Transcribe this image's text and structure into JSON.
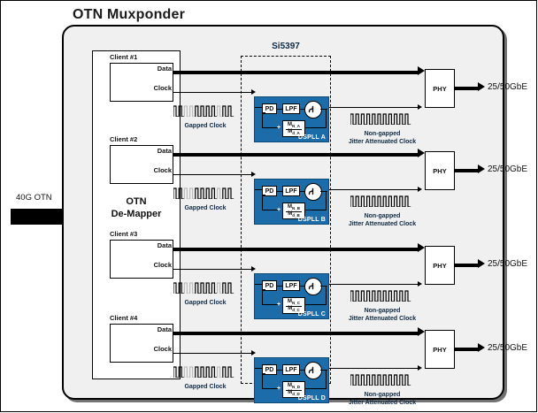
{
  "diagram": {
    "title": "OTN Muxponder",
    "input_label": "40G OTN",
    "demapper_label": "OTN\nDe-Mapper",
    "demapper_line1": "OTN",
    "demapper_line2": "De-Mapper",
    "si_device": "Si5397"
  },
  "labels": {
    "data": "Data",
    "clock": "Clock",
    "phy": "PHY",
    "pd": "PD",
    "lpf": "LPF",
    "gapped_clock": "Gapped Clock",
    "nongapped_l1": "Non-gapped",
    "nongapped_l2": "Jitter Attenuated Clock",
    "output": "25/50GbE"
  },
  "colors": {
    "pll_blue": "#1b6ca8",
    "panel_grey": "#f0f0f0",
    "text_dark": "#102a43",
    "line_black": "#000000"
  },
  "channels": [
    {
      "client": "Client #1",
      "data": "Data",
      "clock": "Clock",
      "pll_name": "DSPLL A",
      "div_num": "M",
      "div_num_sub": "N_A",
      "div_den": "M",
      "div_den_sub": "d_A",
      "gapped": "Gapped Clock",
      "nongapped_l1": "Non-gapped",
      "nongapped_l2": "Jitter Attenuated Clock",
      "phy": "PHY",
      "output": "25/50GbE"
    },
    {
      "client": "Client #2",
      "data": "Data",
      "clock": "Clock",
      "pll_name": "DSPLL B",
      "div_num": "M",
      "div_num_sub": "N_B",
      "div_den": "M",
      "div_den_sub": "d_B",
      "gapped": "Gapped Clock",
      "nongapped_l1": "Non-gapped",
      "nongapped_l2": "Jitter Attenuated Clock",
      "phy": "PHY",
      "output": "25/50GbE"
    },
    {
      "client": "Client #3",
      "data": "Data",
      "clock": "Clock",
      "pll_name": "DSPLL C",
      "div_num": "M",
      "div_num_sub": "N_C",
      "div_den": "M",
      "div_den_sub": "d_C",
      "gapped": "Gapped Clock",
      "nongapped_l1": "Non-gapped",
      "nongapped_l2": "Jitter Attenuated Clock",
      "phy": "PHY",
      "output": "25/50GbE"
    },
    {
      "client": "Client #4",
      "data": "Data",
      "clock": "Clock",
      "pll_name": "DSPLL D",
      "div_num": "M",
      "div_num_sub": "N_D",
      "div_den": "M",
      "div_den_sub": "d_D",
      "gapped": "Gapped Clock",
      "nongapped_l1": "Non-gapped",
      "nongapped_l2": "Jitter Attenuated Clock",
      "phy": "PHY",
      "output": "25/50GbE"
    }
  ]
}
